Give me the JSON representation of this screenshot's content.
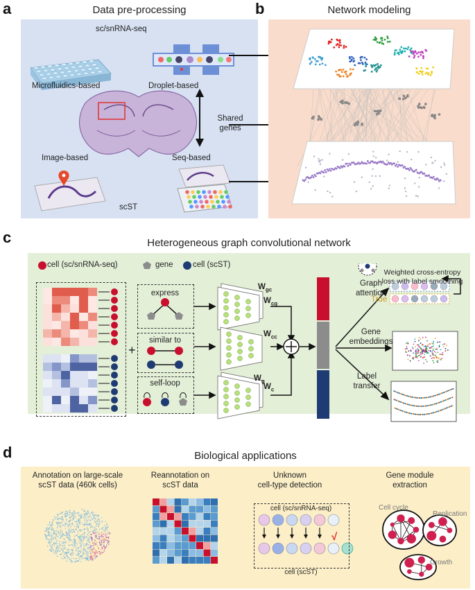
{
  "panel_a": {
    "letter": "a",
    "title": "Data pre-processing",
    "heading": "sc/snRNA-seq",
    "microfluidics": "Microfluidics-based",
    "droplet": "Droplet-based",
    "shared": "Shared\ngenes",
    "image": "Image-based",
    "seq": "Seq-based",
    "scst": "scST"
  },
  "panel_b": {
    "letter": "b",
    "title": "Network modeling"
  },
  "panel_c": {
    "letter": "c",
    "title": "Heterogeneous graph convolutional network",
    "legend_cell_sc": "cell (sc/snRNA-seq)",
    "legend_gene": "gene",
    "legend_cell_st": "cell (scST)",
    "express": "express",
    "similar": "similar to",
    "selfloop": "self-loop",
    "plus": "+",
    "w_gc": "W",
    "w_gc_sub": "gc",
    "w_cg": "W",
    "w_cg_sub": "cg",
    "w_cc": "W",
    "w_cc_sub": "cc",
    "w_g": "W",
    "w_g_sub": "g",
    "w_c": "W",
    "w_c_sub": "c",
    "graph_attention": "Graph\nattention",
    "loss": "Weighted cross-entropy\nloss with label smoothing",
    "true_label": "True",
    "gene_embeddings": "Gene\nembeddings",
    "label_transfer": "Label\ntransfer"
  },
  "panel_d": {
    "letter": "d",
    "title": "Biological applications",
    "col1": "Annotation on large-scale\nscST data (460k cells)",
    "col2": "Reannotation on\nscST data",
    "col3": "Unknown\ncell-type detection",
    "col4": "Gene module\nextraction",
    "cell_sc": "cell (sc/snRNA-seq)",
    "cell_st": "cell (scST)",
    "check": "√",
    "cell_cycle": "Cell cycle",
    "replication": "Replication",
    "growth": "Growth"
  },
  "colors": {
    "red": "#c8102e",
    "navy": "#1f3b73",
    "gray": "#8c8c8c",
    "panel_a": "#d7e1f2",
    "panel_b": "#f9dccb",
    "panel_c": "#e4efd8",
    "panel_d": "#fcefc8"
  }
}
